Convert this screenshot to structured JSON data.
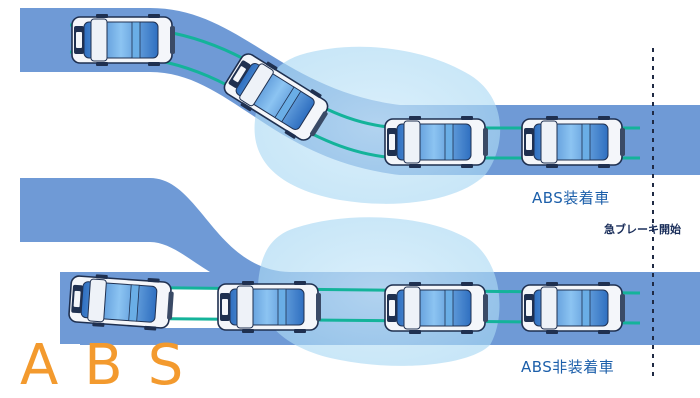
{
  "labels": {
    "abs_equipped": "ABS装着車",
    "non_abs": "ABS非装着車",
    "brake_start": "急ブレーキ開始"
  },
  "logo": {
    "text": "ABS"
  },
  "colors": {
    "road": "#6f9ad6",
    "wet_patch": "#bfe3f5",
    "trajectory": "#14b39a",
    "car_body": "#4d8fd9",
    "label_blue": "#1c5faa",
    "logo_orange": "#f39a2e"
  },
  "icons": [
    "car-topview-icon",
    "brake-line-marker"
  ]
}
